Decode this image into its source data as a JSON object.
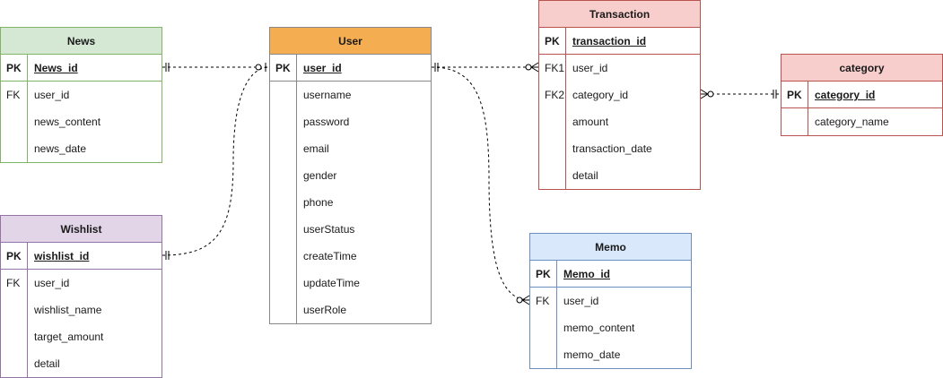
{
  "entities": {
    "news": {
      "title": "News",
      "rows": [
        {
          "key": "PK",
          "field": "News_id",
          "pk": true
        },
        {
          "key": "FK",
          "field": "user_id"
        },
        {
          "key": "",
          "field": "news_content"
        },
        {
          "key": "",
          "field": "news_date"
        }
      ],
      "colors": {
        "header": "#d5e8d4",
        "border": "#82b366"
      }
    },
    "user": {
      "title": "User",
      "rows": [
        {
          "key": "PK",
          "field": "user_id",
          "pk": true
        },
        {
          "key": "",
          "field": "username"
        },
        {
          "key": "",
          "field": "password"
        },
        {
          "key": "",
          "field": "email"
        },
        {
          "key": "",
          "field": "gender"
        },
        {
          "key": "",
          "field": "phone"
        },
        {
          "key": "",
          "field": "userStatus"
        },
        {
          "key": "",
          "field": "createTime"
        },
        {
          "key": "",
          "field": "updateTime"
        },
        {
          "key": "",
          "field": "userRole"
        }
      ],
      "colors": {
        "header": "#f5ad52",
        "border": "#888888"
      }
    },
    "transaction": {
      "title": "Transaction",
      "rows": [
        {
          "key": "PK",
          "field": "transaction_id",
          "pk": true
        },
        {
          "key": "FK1",
          "field": "user_id"
        },
        {
          "key": "FK2",
          "field": "category_id"
        },
        {
          "key": "",
          "field": "amount"
        },
        {
          "key": "",
          "field": "transaction_date"
        },
        {
          "key": "",
          "field": "detail"
        }
      ],
      "colors": {
        "header": "#f8cecc",
        "border": "#b85450"
      }
    },
    "category": {
      "title": "category",
      "rows": [
        {
          "key": "PK",
          "field": "category_id",
          "pk": true
        },
        {
          "key": "",
          "field": "category_name"
        }
      ],
      "colors": {
        "header": "#f8cecc",
        "border": "#b85450"
      }
    },
    "wishlist": {
      "title": "Wishlist",
      "rows": [
        {
          "key": "PK",
          "field": "wishlist_id",
          "pk": true
        },
        {
          "key": "FK",
          "field": "user_id"
        },
        {
          "key": "",
          "field": "wishlist_name"
        },
        {
          "key": "",
          "field": "target_amount"
        },
        {
          "key": "",
          "field": "detail"
        }
      ],
      "colors": {
        "header": "#e1d5e7",
        "border": "#9673a6"
      }
    },
    "memo": {
      "title": "Memo",
      "rows": [
        {
          "key": "PK",
          "field": "Memo_id",
          "pk": true
        },
        {
          "key": "FK",
          "field": "user_id"
        },
        {
          "key": "",
          "field": "memo_content"
        },
        {
          "key": "",
          "field": "memo_date"
        }
      ],
      "colors": {
        "header": "#dae8fc",
        "border": "#6c8ebf"
      }
    }
  },
  "relationships": [
    {
      "from": "news",
      "to": "user",
      "from_end": "one",
      "to_end": "zero-or-one"
    },
    {
      "from": "wishlist",
      "to": "user",
      "from_end": "one",
      "to_end": "zero-or-one"
    },
    {
      "from": "user",
      "to": "transaction",
      "from_end": "one",
      "to_end": "zero-or-many"
    },
    {
      "from": "user",
      "to": "memo",
      "from_end": "one",
      "to_end": "zero-or-many"
    },
    {
      "from": "transaction",
      "to": "category",
      "from_end": "zero-or-many",
      "to_end": "one"
    }
  ]
}
